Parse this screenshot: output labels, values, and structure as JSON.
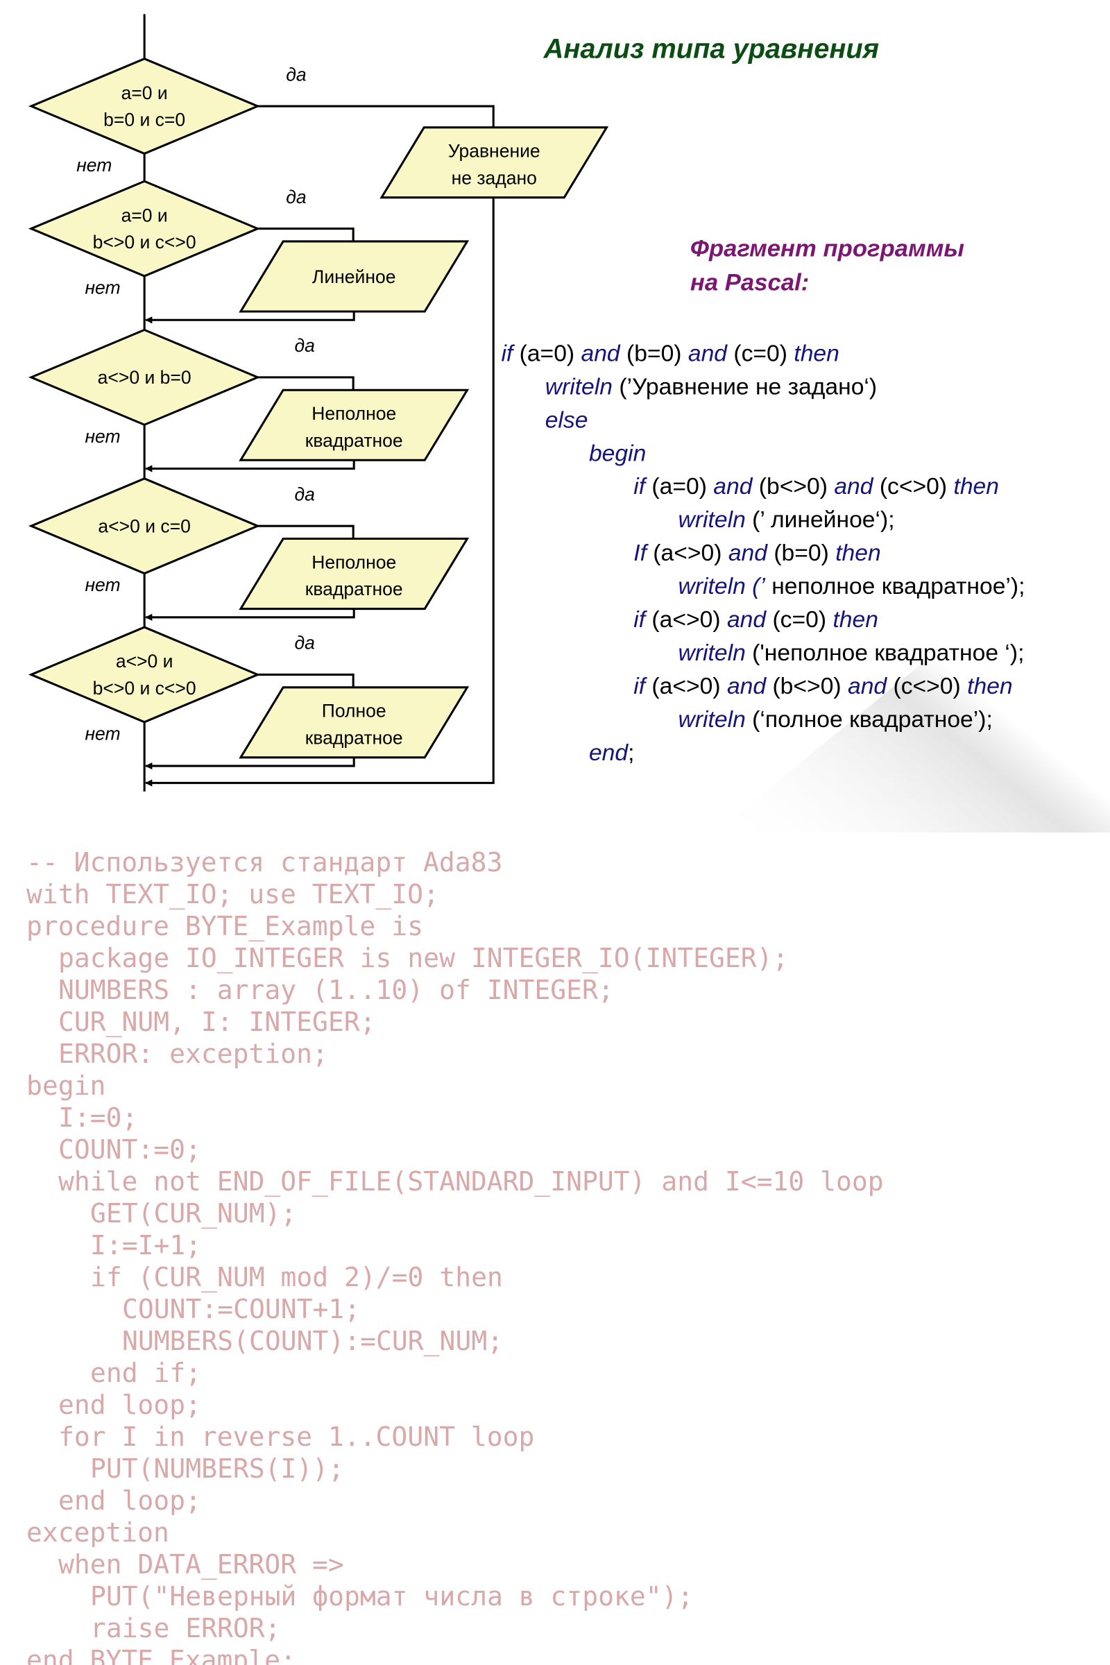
{
  "watermark_code": [
    "-- Используется стандарт Ada83",
    "with TEXT_IO; use TEXT_IO;",
    "procedure BYTE_Example is",
    "package IO_INTEGER is new INTEGER_IO(INTEGER);",
    "NUMBERS : array (1..10) of INTEGER;",
    "CUR_NUM, I: INTEGER;",
    "ERROR: exception;",
    "begin",
    "I:=0;",
    "COUNT:=0;",
    "while not END_OF_FILE(STANDARD_INPUT) and I<=10 loop",
    "GET(CUR_NUM);",
    "I:=I+1;",
    "if (CUR_NUM mod 2)/=0 then",
    "COUNT:=COUNT+1;",
    "NUMBERS(COUNT):=CUR_NUM;",
    "end if;",
    "end loop;",
    "for I in reverse 1..COUNT loop",
    "PUT(NUMBERS(I));",
    "end loop;",
    "exception",
    "when DATA_ERROR =>",
    "PUT(\"Неверный формат числа в строке\");",
    "raise ERROR;",
    "end BYTE_Example;"
  ],
  "title": "Анализ типа уравнения",
  "subtitle": [
    "Фрагмент программы",
    "на Pascal:"
  ],
  "flowchart": {
    "yes_label": "да",
    "no_label": "нет",
    "decisions": [
      {
        "lines": [
          "a=0 и",
          "b=0 и c=0"
        ]
      },
      {
        "lines": [
          "a=0 и",
          "b<>0 и c<>0"
        ]
      },
      {
        "lines": [
          "a<>0 и b=0"
        ]
      },
      {
        "lines": [
          "a<>0 и c=0"
        ]
      },
      {
        "lines": [
          "a<>0 и",
          "b<>0 и c<>0"
        ]
      }
    ],
    "outputs": [
      {
        "lines": [
          "Уравнение",
          "не задано"
        ]
      },
      {
        "lines": [
          "Линейное"
        ]
      },
      {
        "lines": [
          "Неполное",
          "квадратное"
        ]
      },
      {
        "lines": [
          "Неполное",
          "квадратное"
        ]
      },
      {
        "lines": [
          "Полное",
          "квадратное"
        ]
      }
    ]
  },
  "code": [
    [
      {
        "t": "if",
        "kw": true
      },
      {
        "t": " (a=0) "
      },
      {
        "t": "and",
        "kw": true
      },
      {
        "t": " (b=0) "
      },
      {
        "t": "and",
        "kw": true
      },
      {
        "t": " (c=0) "
      },
      {
        "t": "then",
        "kw": true
      }
    ],
    [
      {
        "t": "writeln",
        "kw": true
      },
      {
        "t": " (’Уравнение не задано‘)"
      }
    ],
    [
      {
        "t": "else",
        "kw": true
      }
    ],
    [
      {
        "t": "begin",
        "kw": true
      }
    ],
    [
      {
        "t": "if",
        "kw": true
      },
      {
        "t": " (a=0) "
      },
      {
        "t": "and",
        "kw": true
      },
      {
        "t": " (b<>0) "
      },
      {
        "t": "and",
        "kw": true
      },
      {
        "t": " (c<>0) "
      },
      {
        "t": "then",
        "kw": true
      }
    ],
    [
      {
        "t": "writeln",
        "kw": true
      },
      {
        "t": " (’ линейное‘);"
      }
    ],
    [
      {
        "t": "If",
        "kw": true
      },
      {
        "t": " (a<>0) "
      },
      {
        "t": "and",
        "kw": true
      },
      {
        "t": " (b=0) "
      },
      {
        "t": "then",
        "kw": true
      }
    ],
    [
      {
        "t": "writeln (’",
        "kw": true
      },
      {
        "t": " неполное квадратное’);"
      }
    ],
    [
      {
        "t": "if",
        "kw": true
      },
      {
        "t": " (a<>0) "
      },
      {
        "t": "and",
        "kw": true
      },
      {
        "t": " (c=0) "
      },
      {
        "t": "then",
        "kw": true
      }
    ],
    [
      {
        "t": "writeln",
        "kw": true
      },
      {
        "t": " ('неполное квадратное ‘);"
      }
    ],
    [
      {
        "t": "if",
        "kw": true
      },
      {
        "t": " (a<>0) "
      },
      {
        "t": "and",
        "kw": true
      },
      {
        "t": " (b<>0) "
      },
      {
        "t": "and",
        "kw": true
      },
      {
        "t": " (c<>0) "
      },
      {
        "t": "then",
        "kw": true
      }
    ],
    [
      {
        "t": "writeln",
        "kw": true
      },
      {
        "t": " (‘полное квадратное’);"
      }
    ],
    [
      {
        "t": "end",
        "kw": true
      },
      {
        "t": ";"
      }
    ]
  ],
  "colors": {
    "title": "#0b4d13",
    "subtitle": "#7b1672",
    "keyword": "#14147a",
    "shape_fill": "#f9f7c6"
  }
}
